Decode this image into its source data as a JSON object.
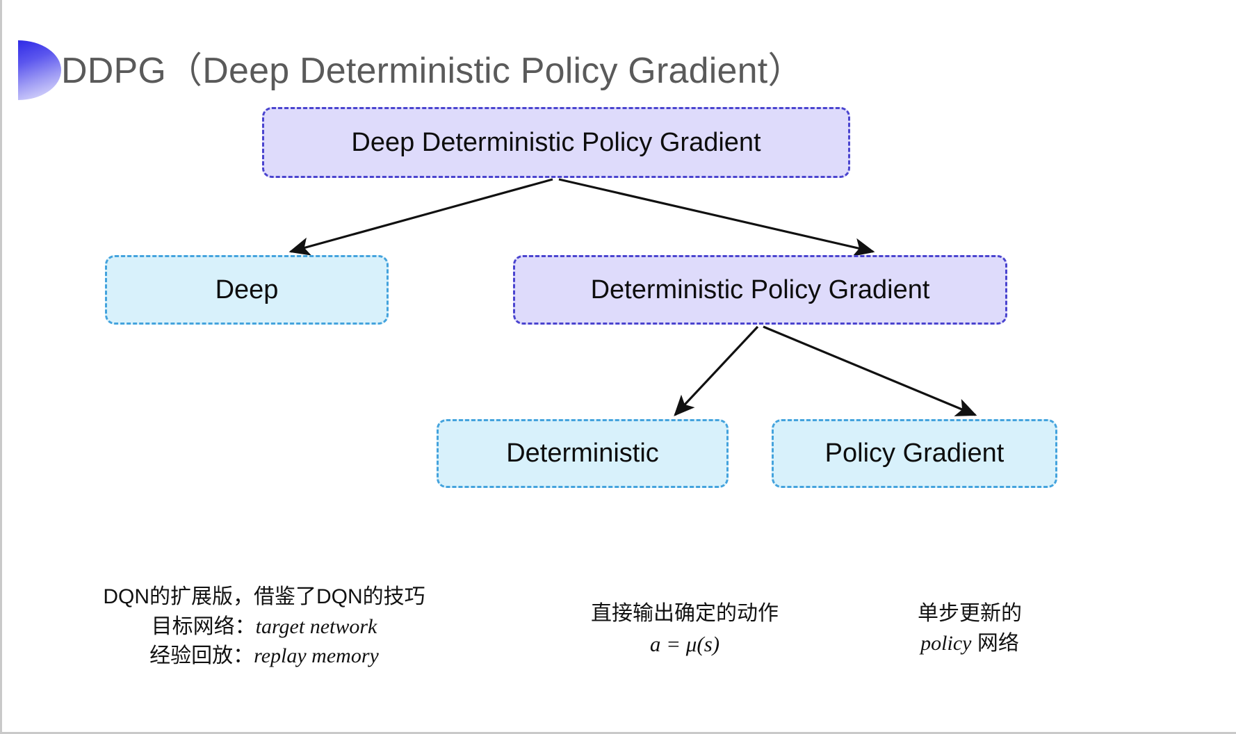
{
  "slide": {
    "title": "DDPG（Deep Deterministic Policy Gradient）",
    "background_color": "#ffffff",
    "title_color": "#5a5a5a",
    "bullet_gradient_from": "#2f2ae6",
    "bullet_gradient_to": "#e9e8fd"
  },
  "diagram": {
    "type": "tree",
    "colors": {
      "purple_fill": "#dedbfb",
      "purple_border": "#4a44cf",
      "cyan_fill": "#d8f1fb",
      "cyan_border": "#44a3dd",
      "arrow": "#111111"
    },
    "nodes": [
      {
        "id": "root",
        "label": "Deep Deterministic Policy Gradient",
        "style": "purple",
        "level": 1
      },
      {
        "id": "deep",
        "label": "Deep",
        "style": "cyan",
        "level": 2
      },
      {
        "id": "dpg",
        "label": "Deterministic Policy Gradient",
        "style": "purple",
        "level": 2
      },
      {
        "id": "deterministic",
        "label": "Deterministic",
        "style": "cyan",
        "level": 3
      },
      {
        "id": "policy_gradient",
        "label": "Policy Gradient",
        "style": "cyan",
        "level": 3
      }
    ],
    "edges": [
      {
        "from": "root",
        "to": "deep"
      },
      {
        "from": "root",
        "to": "dpg"
      },
      {
        "from": "dpg",
        "to": "deterministic"
      },
      {
        "from": "dpg",
        "to": "policy_gradient"
      }
    ]
  },
  "captions": {
    "deep": {
      "line1": "DQN的扩展版，借鉴了DQN的技巧",
      "line2_label": "目标网络：",
      "line2_term": "target network",
      "line3_label": "经验回放：",
      "line3_term": "replay memory"
    },
    "deterministic": {
      "line1": "直接输出确定的动作",
      "formula": "a = μ(s)"
    },
    "policy_gradient": {
      "line1": "单步更新的",
      "line2_term": "policy",
      "line2_suffix": " 网络"
    }
  }
}
